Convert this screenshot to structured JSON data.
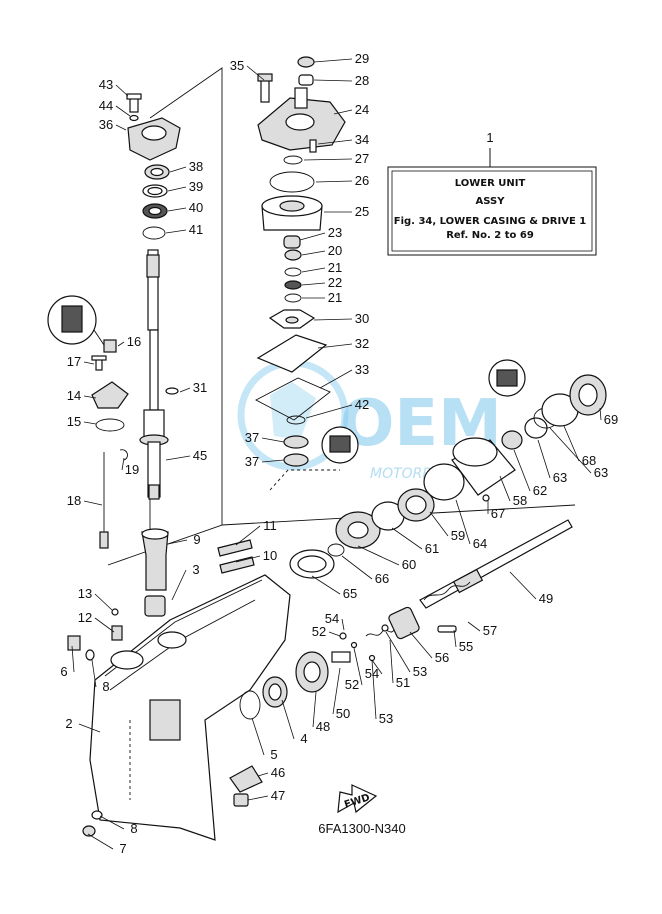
{
  "title_box": {
    "ref": "1",
    "line1": "LOWER UNIT",
    "line2": "ASSY",
    "line3": "Fig. 34, LOWER CASING & DRIVE 1",
    "line4": "Ref. No. 2 to 69"
  },
  "diagram_code": "6FA1300-N340",
  "fwd_label": "FWD",
  "callouts": [
    "2",
    "3",
    "4",
    "5",
    "6",
    "7",
    "8",
    "8",
    "9",
    "10",
    "11",
    "12",
    "13",
    "14",
    "15",
    "16",
    "17",
    "18",
    "19",
    "20",
    "21",
    "21",
    "22",
    "23",
    "24",
    "25",
    "26",
    "27",
    "28",
    "29",
    "30",
    "31",
    "32",
    "33",
    "34",
    "35",
    "36",
    "37",
    "37",
    "38",
    "39",
    "40",
    "41",
    "42",
    "43",
    "44",
    "45",
    "46",
    "47",
    "48",
    "49",
    "50",
    "51",
    "52",
    "52",
    "53",
    "53",
    "54",
    "54",
    "55",
    "56",
    "57",
    "58",
    "59",
    "60",
    "61",
    "62",
    "63",
    "63",
    "64",
    "65",
    "66",
    "67",
    "68",
    "69"
  ],
  "watermark": {
    "brand": "OEM",
    "sub": "MOTORPARTS"
  },
  "colors": {
    "line": "#111111",
    "watermark": "#7fc8ec"
  }
}
